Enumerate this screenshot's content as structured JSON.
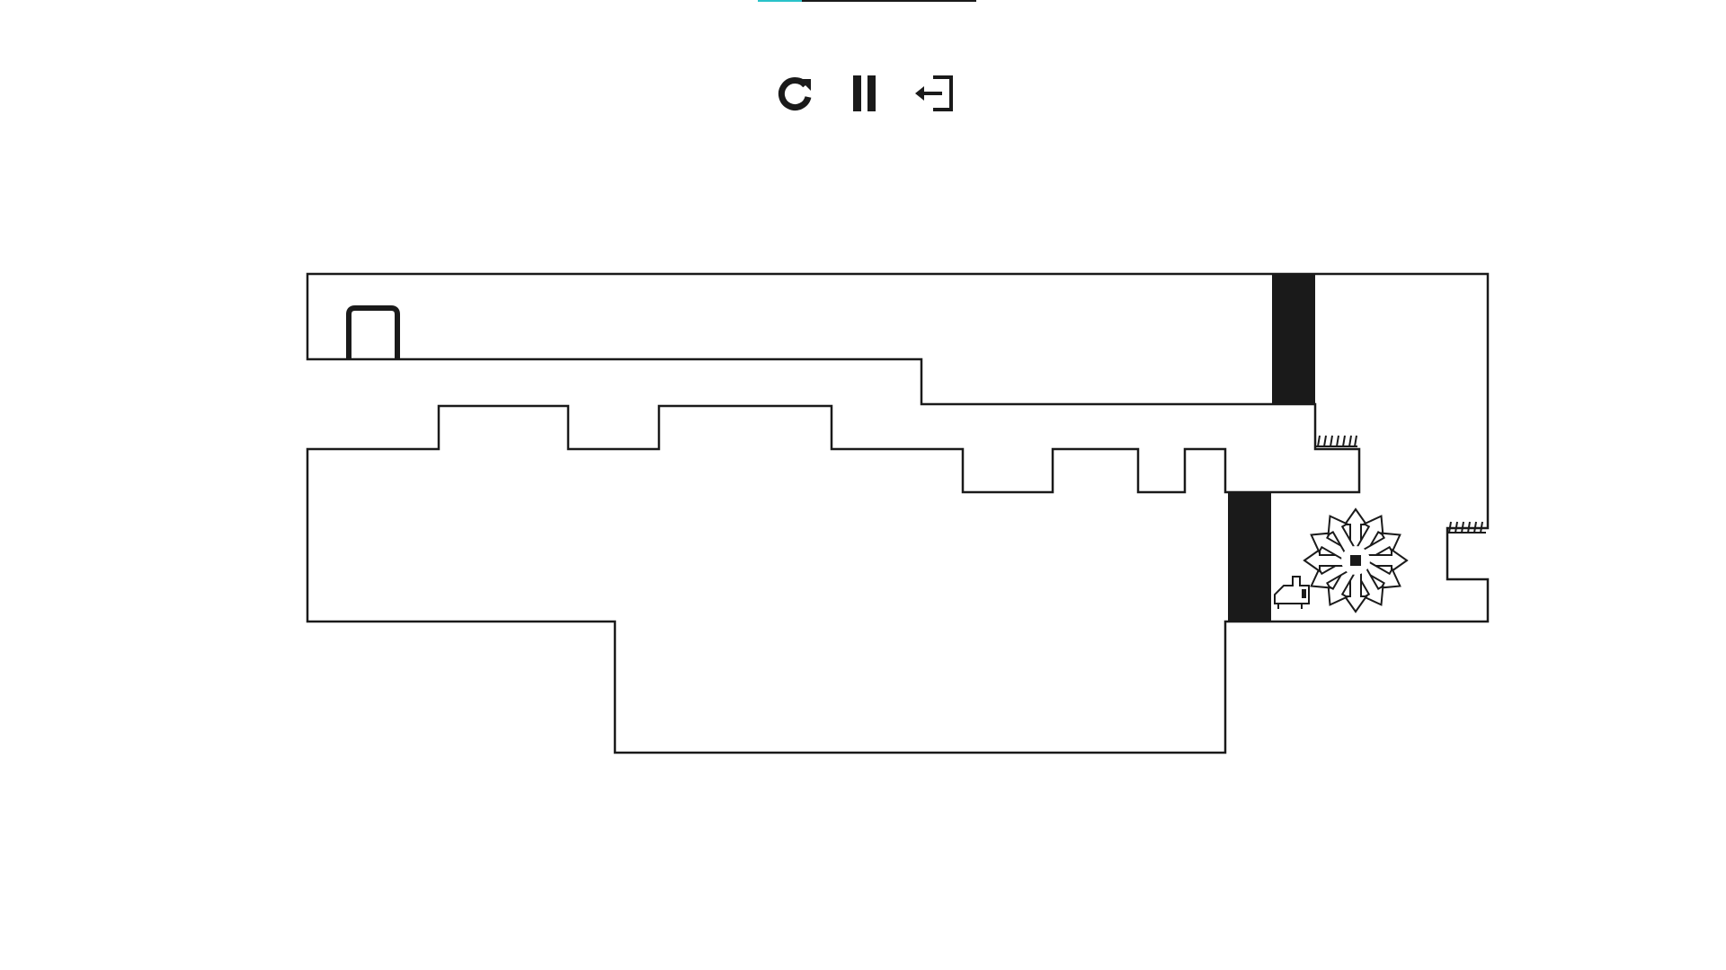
{
  "progress": {
    "fraction": 0.2,
    "fill_color": "#29c2c9",
    "track_color": "#1a1a1a"
  },
  "toolbar": {
    "buttons": [
      {
        "name": "restart",
        "icon": "restart-icon"
      },
      {
        "name": "pause",
        "icon": "pause-icon"
      },
      {
        "name": "exit",
        "icon": "exit-icon"
      }
    ]
  },
  "level": {
    "wall_color": "#1a1a1a",
    "background_color": "#ffffff",
    "elements": [
      "exit-door",
      "black-barrier-upper",
      "black-barrier-lower",
      "spike-strip-left",
      "spike-strip-right",
      "spinning-sawblade",
      "player-character"
    ]
  }
}
